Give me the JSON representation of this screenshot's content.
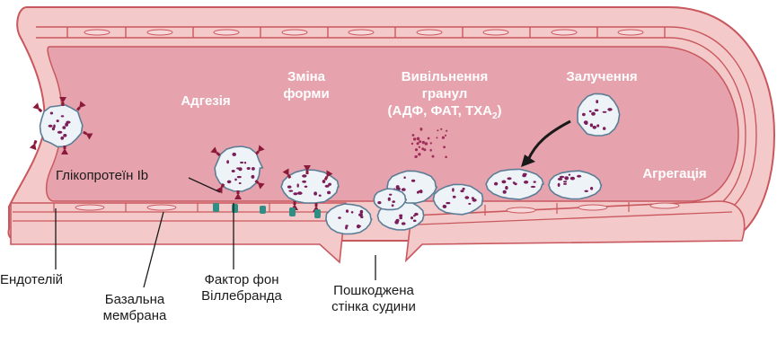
{
  "labels": {
    "adhesion": "Адгезія",
    "shape_change_1": "Зміна",
    "shape_change_2": "форми",
    "granule_release_1": "Вивільнення",
    "granule_release_2": "гранул",
    "granule_release_3_pre": "(АДФ, ФАТ, ТХА",
    "granule_release_3_sub": "2",
    "granule_release_3_post": ")",
    "recruitment": "Залучення",
    "aggregation": "Агрегація",
    "glycoprotein": "Глікопротеїн Ib",
    "endothelium": "Ендотелій",
    "basal_membrane_1": "Базальна",
    "basal_membrane_2": "мембрана",
    "vwf_1": "Фактор фон",
    "vwf_2": "Віллебранда",
    "damaged_wall_1": "Пошкоджена",
    "damaged_wall_2": "стінка судини"
  },
  "colors": {
    "lumen": "#e7a3ad",
    "wall": "#f4c9c9",
    "wall_outline": "#c9585e",
    "platelet_fill": "#eef3f8",
    "platelet_outline": "#5c7d96",
    "granule": "#7a1e5a",
    "receptor": "#8b1a3a",
    "vwf": "#2f8f84"
  }
}
